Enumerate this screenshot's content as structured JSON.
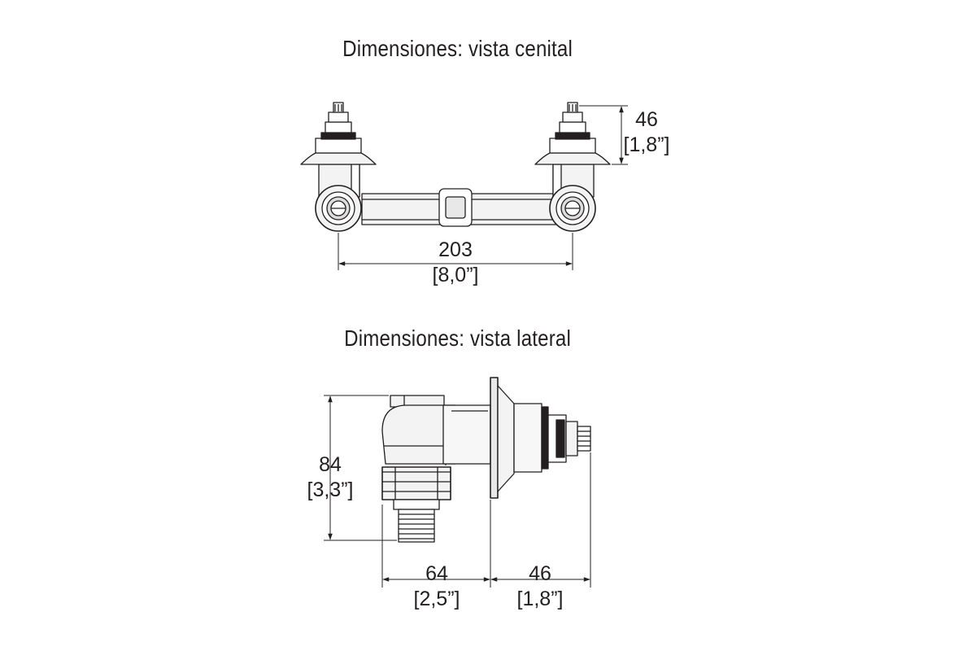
{
  "top_view": {
    "title": "Dimensiones: vista cenital",
    "height_mm": "46",
    "height_in": "[1,8”]",
    "width_mm": "203",
    "width_in": "[8,0”]"
  },
  "side_view": {
    "title": "Dimensiones: vista lateral",
    "height_mm": "84",
    "height_in": "[3,3”]",
    "left_mm": "64",
    "left_in": "[2,5”]",
    "right_mm": "46",
    "right_in": "[1,8”]"
  }
}
